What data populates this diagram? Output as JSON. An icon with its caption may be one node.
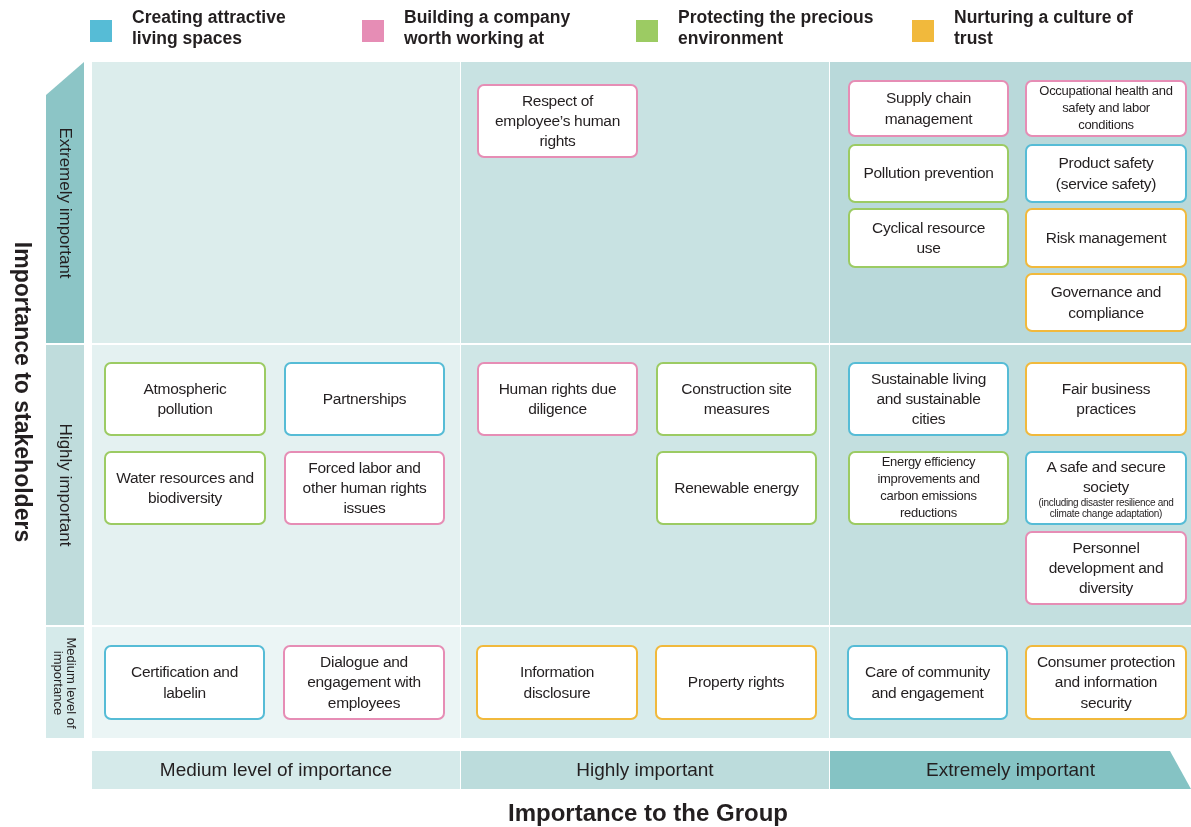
{
  "diagram": {
    "nodes": [
      {
        "text": [],
        "shape": "box"
      },
      {
        "text": [],
        "shape": "box"
      },
      {
        "text": [
          "Respect of employee’s human rights"
        ],
        "in": 1
      },
      {
        "text": [],
        "shape": "box"
      },
      {
        "text": [
          "Supply chain management"
        ],
        "in": 3
      },
      {
        "text": [
          "Occupational health and safety and labor conditions"
        ],
        "in": 3
      },
      {
        "text": [
          "Pollution prevention"
        ],
        "in": 3
      },
      {
        "text": [
          "Product safety (service safety)"
        ],
        "in": 3
      },
      {
        "text": [
          "Cyclical resource use"
        ],
        "in": 3
      },
      {
        "text": [
          "Risk management"
        ],
        "in": 3
      },
      {
        "text": [
          "Governance and compliance"
        ],
        "in": 3
      },
      {
        "text": [],
        "shape": "box"
      },
      {
        "text": [
          "Atmospheric pollution"
        ],
        "in": 11
      },
      {
        "text": [
          "Partnerships"
        ],
        "in": 11
      },
      {
        "text": [
          "Water resources and biodiversity"
        ],
        "in": 11
      },
      {
        "text": [
          "Forced labor and other human rights issues"
        ],
        "in": 11
      },
      {
        "text": [],
        "shape": "box"
      },
      {
        "text": [
          "Human rights due diligence"
        ],
        "in": 16
      },
      {
        "text": [
          "Construction site measures"
        ],
        "in": 16
      },
      {
        "text": [
          "Renewable energy"
        ],
        "in": 16
      },
      {
        "text": [],
        "shape": "box"
      },
      {
        "text": [
          "Sustainable living and sustainable cities"
        ],
        "in": 20
      },
      {
        "text": [
          "Fair business practices"
        ],
        "in": 20
      },
      {
        "text": [
          "Energy efficiency improvements and carbon emissions reductions"
        ],
        "in": 20
      },
      {
        "text": [
          "A safe and secure society",
          "(including disaster resilience and climate change adaptation)"
        ],
        "in": 20
      },
      {
        "text": [
          "Personnel development and diversity"
        ],
        "in": 20
      },
      {
        "text": [],
        "shape": "box"
      },
      {
        "text": [
          "Certification and labelin"
        ],
        "in": 26
      },
      {
        "text": [
          "Dialogue and engagement with employees"
        ],
        "in": 26
      },
      {
        "text": [],
        "shape": "box"
      },
      {
        "text": [
          "Information disclosure"
        ],
        "in": 29
      },
      {
        "text": [
          "Property rights"
        ],
        "in": 29
      },
      {
        "text": [],
        "shape": "box"
      },
      {
        "text": [
          "Care of community and engagement"
        ],
        "in": 32
      },
      {
        "text": [
          "Consumer protection and information security"
        ],
        "in": 32
      },
      {
        "text": [
          "Extremely important"
        ]
      },
      {
        "text": [
          "Highly important"
        ]
      },
      {
        "text": [
          "Medium level of importance"
        ]
      },
      {
        "text": [
          "Medium level of importance"
        ]
      },
      {
        "text": [
          "Highly important"
        ]
      },
      {
        "text": [
          "Extremely important"
        ]
      }
    ],
    "labels": [
      "Importance to stakeholders",
      "Importance to the Group"
    ],
    "legend": [
      {
        "text": "Creating attractive living spaces",
        "color": "#56bcd6"
      },
      {
        "text": "Building a company worth working at",
        "color": "#e68db5"
      },
      {
        "text": "Protecting the precious environment",
        "color": "#9ccb63"
      },
      {
        "text": "Nurturing a culture of trust",
        "color": "#f1b93c"
      }
    ]
  }
}
